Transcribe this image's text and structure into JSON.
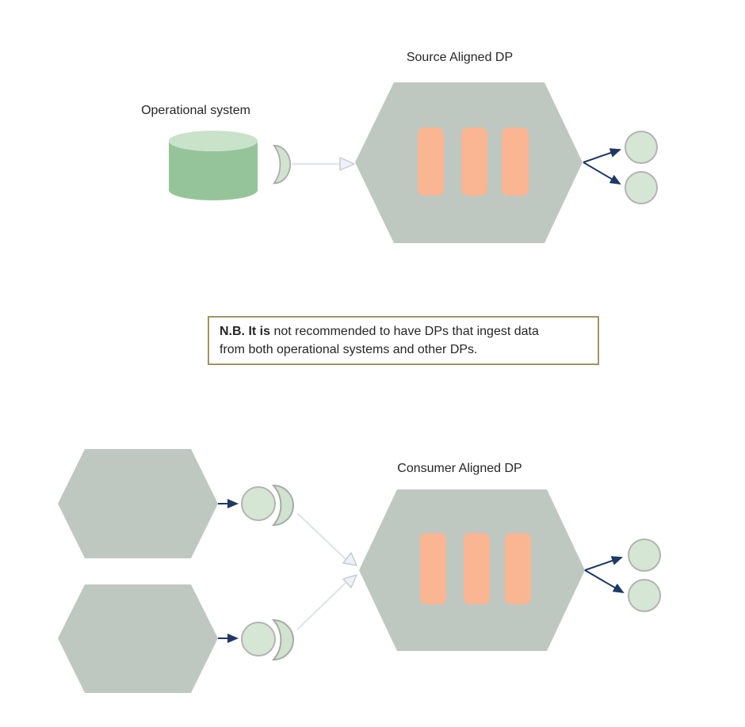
{
  "colors": {
    "bg": "#ffffff",
    "text": "#262626",
    "hexagon": "#bec8c0",
    "port": "#fab592",
    "cylinder": "#96c49a",
    "cylinder_top": "#c9e2ca",
    "circle_fill": "#d6e6d5",
    "circle_border": "#b3b3b3",
    "crescent_fill": "#cfe3cf",
    "crescent_border": "#a9a9a9",
    "navy": "#1f3864",
    "gray_line": "#e2e6ee",
    "gray_head_fill": "#eef1f7",
    "gray_head_border": "#c6cbd6",
    "note_border": "#a09467"
  },
  "source_flow": {
    "title": "Source Aligned DP",
    "source_label": "Operational system"
  },
  "consumer_flow": {
    "title": "Consumer Aligned DP"
  },
  "note": {
    "lead": "N.B. It is",
    "line1": " not recommended to have DPs that ingest data",
    "line2": "from both operational systems and other DPs."
  }
}
